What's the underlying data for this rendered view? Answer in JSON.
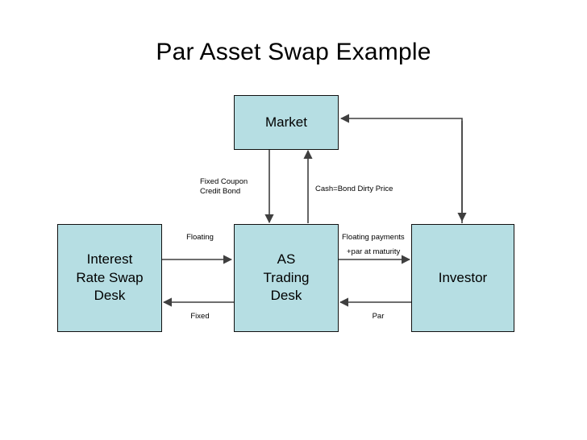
{
  "slide": {
    "title": "Par Asset Swap Example",
    "background": "#ffffff",
    "node_fill": "#b6dee3",
    "node_stroke": "#111111",
    "line_color": "#3f3f3f",
    "text_color": "#000000"
  },
  "nodes": [
    {
      "id": "market",
      "label": "Market"
    },
    {
      "id": "irs_desk",
      "label": "Interest\nRate Swap\nDesk"
    },
    {
      "id": "as_trading_desk",
      "label": "AS\nTrading\nDesk"
    },
    {
      "id": "investor",
      "label": "Investor"
    }
  ],
  "edge_labels": [
    {
      "id": "fixed-coupon-credit-bond",
      "text": "Fixed Coupon\nCredit Bond"
    },
    {
      "id": "cash-bond-dirty-price",
      "text": "Cash=Bond Dirty Price"
    },
    {
      "id": "floating",
      "text": "Floating"
    },
    {
      "id": "fixed",
      "text": "Fixed"
    },
    {
      "id": "floating-payments",
      "text": "Floating payments"
    },
    {
      "id": "par-at-maturity",
      "text": "+par at maturity"
    },
    {
      "id": "par",
      "text": "Par"
    }
  ]
}
